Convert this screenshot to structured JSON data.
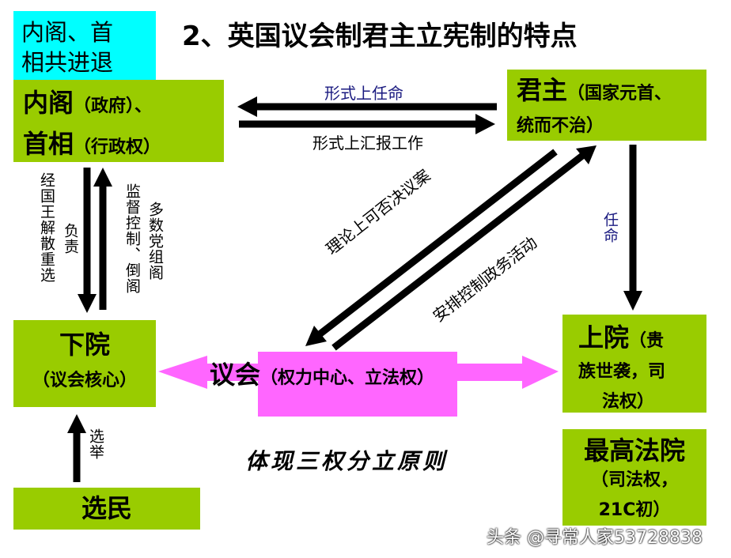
{
  "title": "2、英国议会制君主立宪制的特点",
  "note_box": {
    "line1": "内阁、首",
    "line2": "相共进退"
  },
  "cabinet": {
    "line1_main": "内阁",
    "line1_sub": "（政府）、",
    "line2_main": "首相",
    "line2_sub": "（行政权）"
  },
  "monarch": {
    "main": "君主",
    "sub1": "（国家元首、",
    "sub2": "统而不治）"
  },
  "commons": {
    "main": "下院",
    "sub": "（议会核心）"
  },
  "lords": {
    "main": "上院",
    "sub1": "（贵",
    "sub2": "族世袭，司",
    "sub3": "法权）"
  },
  "supreme_court": {
    "main": "最高法院",
    "sub1": "（司法权，",
    "sub2": "21C初）"
  },
  "voters": {
    "main": "选民"
  },
  "parliament": {
    "main": "议会",
    "sub": "（权力中心、立法权）"
  },
  "labels": {
    "appoint_formal": "形式上任命",
    "report_formal": "形式上汇报工作",
    "dissolve": "经国王解散重选",
    "responsible": "负责",
    "supervise": "监督控制、倒阁",
    "majority": "多数党组阁",
    "appoint": "任命",
    "veto": "理论上可否决议案",
    "arrange": "安排控制政务活动",
    "elect": "选举",
    "principle": "体现三权分立原则"
  },
  "watermark": "头条 @寻常人家53728838",
  "colors": {
    "green": "#99cc00",
    "cyan": "#00ffff",
    "magenta": "#ff66ff",
    "blue_label": "#1a1a80"
  }
}
